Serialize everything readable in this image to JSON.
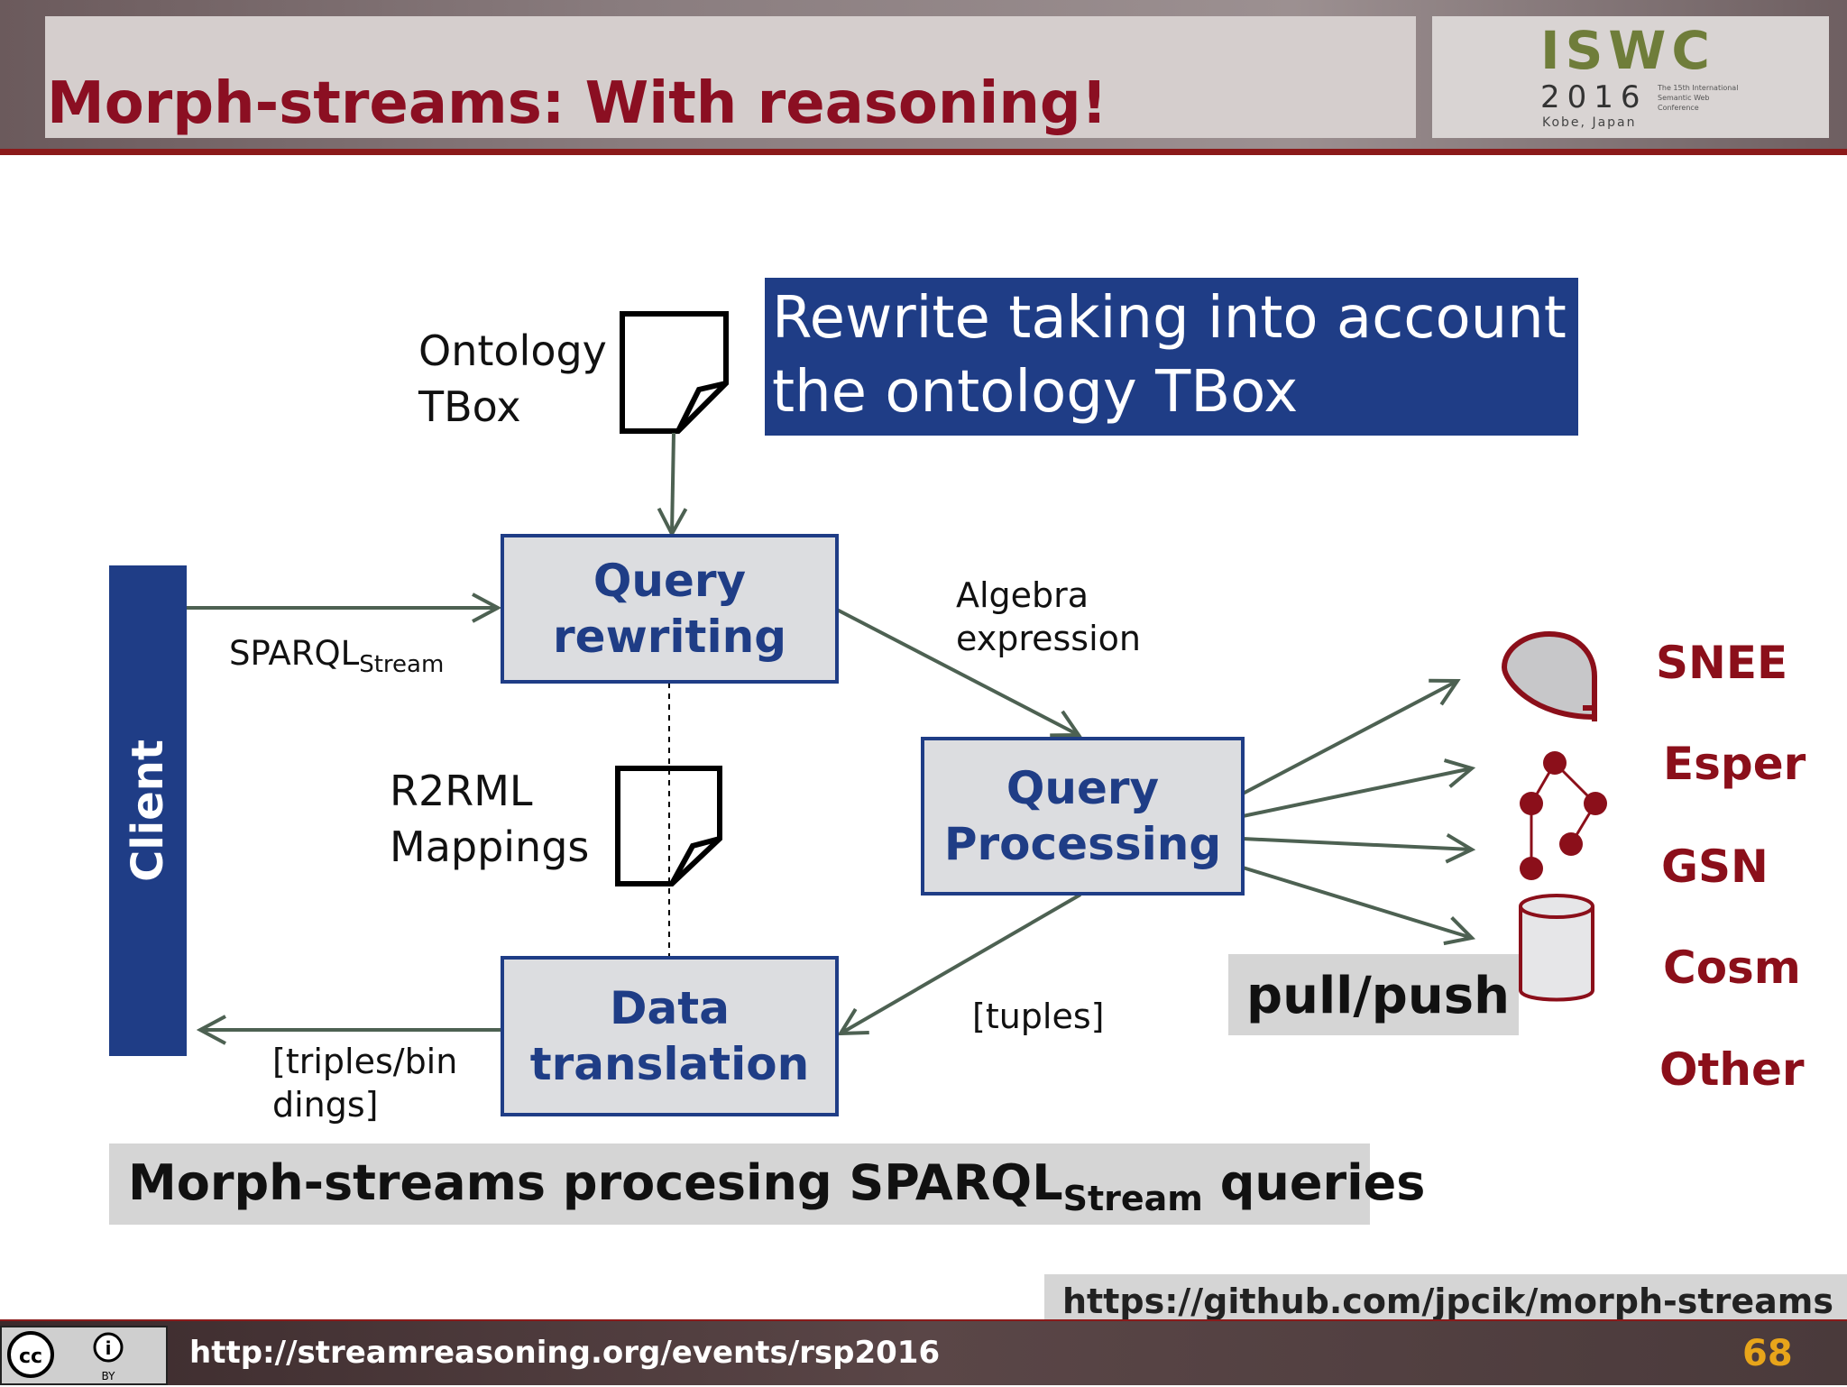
{
  "slide": {
    "title": "Morph-streams: With reasoning!",
    "page_number": "68"
  },
  "logo": {
    "letters": "ISWC",
    "year": "2016",
    "city": "Kobe, Japan",
    "small_text": "The 15th International Semantic Web Conference"
  },
  "callout": {
    "text": "Rewrite taking into account the ontology TBox"
  },
  "diagram": {
    "client_label": "Client",
    "query_rewriting": "Query rewriting",
    "query_processing": "Query Processing",
    "data_translation": "Data translation",
    "ontology_line1": "Ontology",
    "ontology_line2": "TBox",
    "r2rml_line1": "R2RML",
    "r2rml_line2": "Mappings",
    "sparql_main": "SPARQL",
    "sparql_sub": "Stream",
    "algebra_line1": "Algebra",
    "algebra_line2": "expression",
    "tuples_label": "[tuples]",
    "triples_line1": "[triples/bin",
    "triples_line2": "dings]",
    "pull_push": "pull/push",
    "engines": [
      "SNEE",
      "Esper",
      "GSN",
      "Cosm",
      "Other"
    ]
  },
  "caption": {
    "main": "Morph-streams procesing SPARQL",
    "sub": "Stream",
    "tail": "queries"
  },
  "footer": {
    "url": "http://streamreasoning.org/events/rsp2016",
    "github": "https://github.com/jpcik/morph-streams",
    "license_icon": "cc-by-icon"
  },
  "colors": {
    "title_red": "#8b0f22",
    "navy": "#1f3d86",
    "arrow_green": "#4d6152",
    "engine_red": "#8b0f1a",
    "page_num": "#e8a51a"
  }
}
